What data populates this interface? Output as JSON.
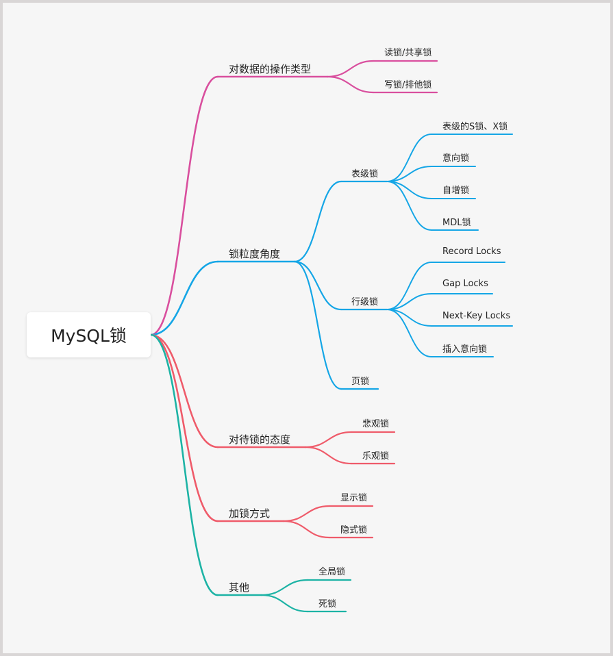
{
  "mindmap": {
    "root": "MySQL锁",
    "colors": {
      "pink": "#d94f9e",
      "blue": "#15a6e6",
      "red": "#ef5b6a",
      "teal": "#1db3a5"
    },
    "branches": [
      {
        "label": "对数据的操作类型",
        "color": "pink",
        "children": [
          {
            "label": "读锁/共享锁"
          },
          {
            "label": "写锁/排他锁"
          }
        ]
      },
      {
        "label": "锁粒度角度",
        "color": "blue",
        "children": [
          {
            "label": "表级锁",
            "children": [
              "表级的S锁、X锁",
              "意向锁",
              "自增锁",
              "MDL锁"
            ]
          },
          {
            "label": "行级锁",
            "children": [
              "Record Locks",
              "Gap Locks",
              "Next-Key Locks",
              "插入意向锁"
            ]
          },
          {
            "label": "页锁"
          }
        ]
      },
      {
        "label": "对待锁的态度",
        "color": "red",
        "children": [
          {
            "label": "悲观锁"
          },
          {
            "label": "乐观锁"
          }
        ]
      },
      {
        "label": "加锁方式",
        "color": "red",
        "children": [
          {
            "label": "显示锁"
          },
          {
            "label": "隐式锁"
          }
        ]
      },
      {
        "label": "其他",
        "color": "teal",
        "children": [
          {
            "label": "全局锁"
          },
          {
            "label": "死锁"
          }
        ]
      }
    ]
  }
}
